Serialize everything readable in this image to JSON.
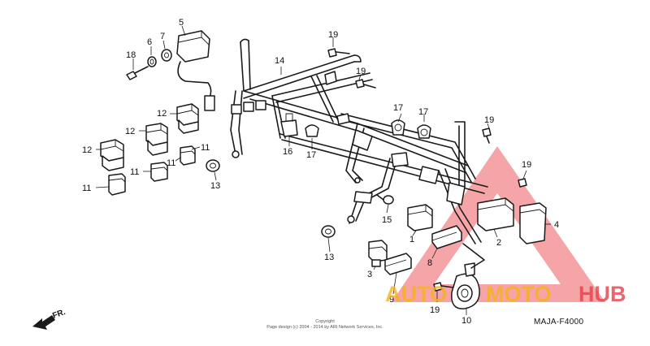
{
  "callouts": {
    "c1": "1",
    "c2": "2",
    "c3": "3",
    "c4": "4",
    "c5": "5",
    "c6": "6",
    "c7": "7",
    "c8": "8",
    "c9": "9",
    "c10": "10",
    "c11a": "11",
    "c11b": "11",
    "c11c": "11",
    "c11d": "11",
    "c12a": "12",
    "c12b": "12",
    "c12c": "12",
    "c13a": "13",
    "c13b": "13",
    "c14": "14",
    "c15": "15",
    "c16": "16",
    "c17a": "17",
    "c17b": "17",
    "c17c": "17",
    "c18": "18",
    "c19a": "19",
    "c19b": "19",
    "c19c": "19",
    "c19d": "19",
    "c19e": "19"
  },
  "diagram_code": "MAJA-F4000",
  "direction_label": "FR.",
  "copyright": {
    "line1": "Copyright",
    "line2": "Page design (c) 2004 - 2014 by ARI Network Services, Inc."
  },
  "watermark": {
    "part1": "AUTO",
    "part2": "MOTO",
    "part3": "HUB",
    "orange": "#f5b21c",
    "red": "#e5414b"
  }
}
